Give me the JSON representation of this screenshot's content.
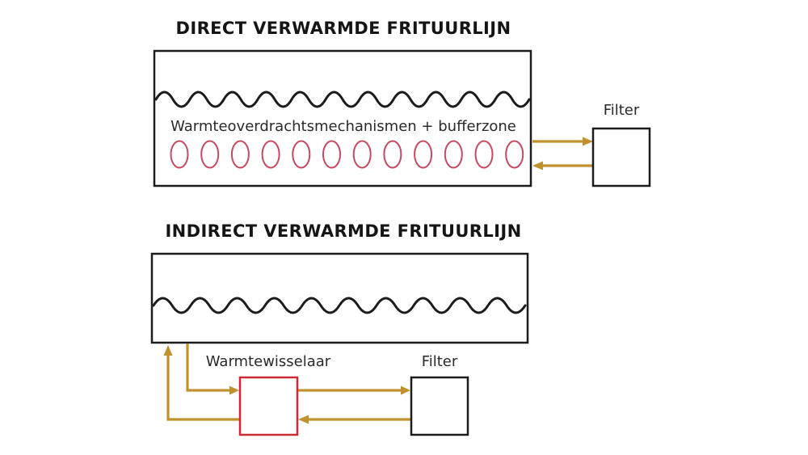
{
  "colors": {
    "ink": "#1c1c1c",
    "arrow_gold": "#c1912d",
    "bubble_red": "#c64a60",
    "exchanger_red": "#ce2936",
    "background": "#ffffff"
  },
  "top_diagram": {
    "title": "DIRECT VERWARMDE FRITUURLIJN",
    "inner_label": "Warmteoverdrachtsmechanismen + bufferzone",
    "filter_label": "Filter",
    "bubble_count": 12
  },
  "bottom_diagram": {
    "title": "INDIRECT VERWARMDE FRITUURLIJN",
    "exchanger_label": "Warmtewisselaar",
    "filter_label": "Filter"
  }
}
